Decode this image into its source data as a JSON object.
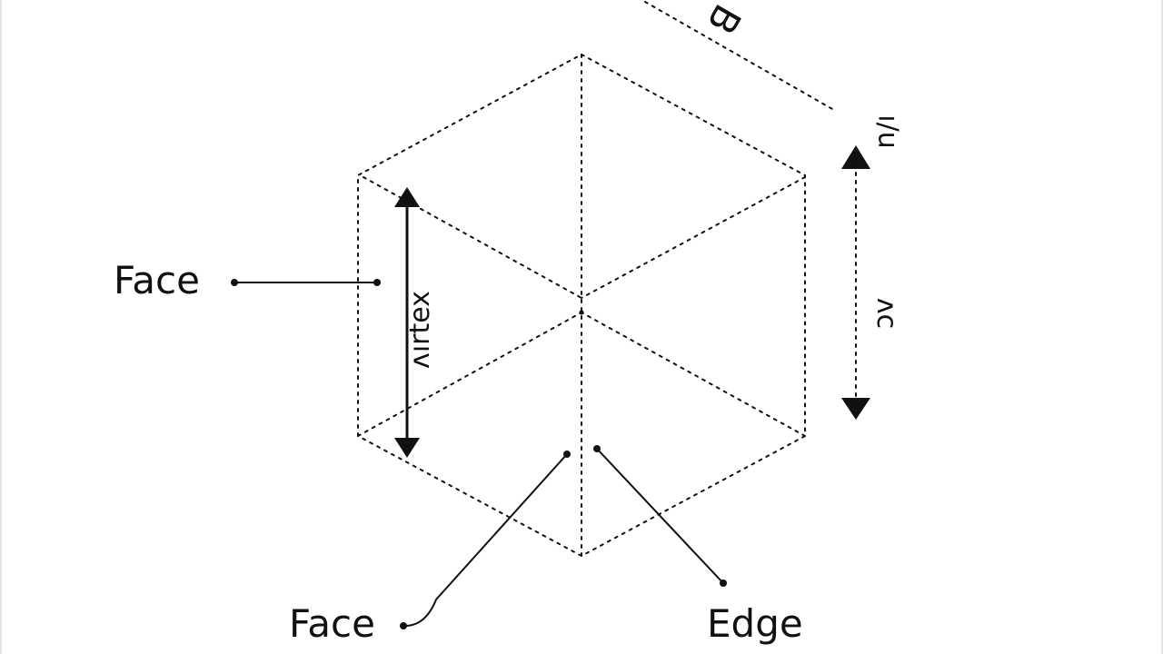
{
  "labels": {
    "face_left": "Face",
    "face_bottom": "Face",
    "edge_bottom": "Edge",
    "vertex": "ʌırtex",
    "dim_right": "ʌc",
    "top_right_mark": "ı/u",
    "top_mark": "B"
  },
  "colors": {
    "background": "#ffffff",
    "line": "#111111",
    "frame": "#e4e4e4"
  }
}
